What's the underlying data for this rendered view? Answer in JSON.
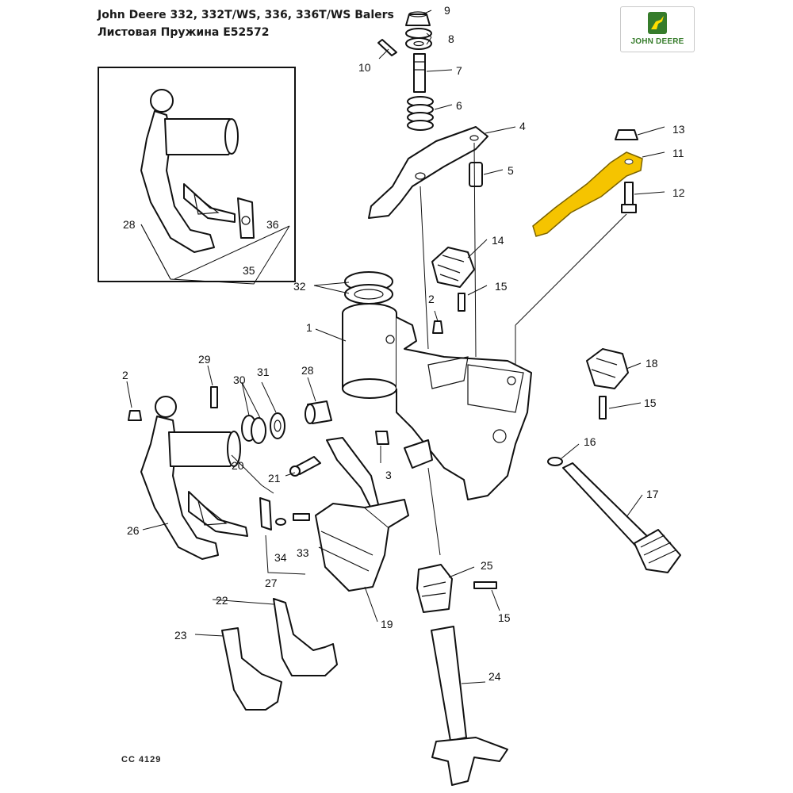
{
  "header": {
    "title_line1": "John Deere 332, 332T/WS, 336, 336T/WS Balers",
    "title_line2": "Листовая Пружина E52572"
  },
  "logo": {
    "text": "JOHN DEERE",
    "icon": "leaping-deer-icon",
    "color": "#367c2b",
    "accent": "#ffde00"
  },
  "footer": {
    "code": "CC  4129"
  },
  "highlight_color": "#f5c400",
  "callouts": {
    "c1": "1",
    "c2a": "2",
    "c2b": "2",
    "c3": "3",
    "c4": "4",
    "c5": "5",
    "c6": "6",
    "c7": "7",
    "c8": "8",
    "c9": "9",
    "c10": "10",
    "c11": "11",
    "c12": "12",
    "c13": "13",
    "c14": "14",
    "c15a": "15",
    "c15b": "15",
    "c15c": "15",
    "c16": "16",
    "c17": "17",
    "c18": "18",
    "c19": "19",
    "c20": "20",
    "c21": "21",
    "c22": "22",
    "c23": "23",
    "c24": "24",
    "c25": "25",
    "c26": "26",
    "c27": "27",
    "c28": "28",
    "c29": "29",
    "c30": "30",
    "c31": "31",
    "c32": "32",
    "c33": "33",
    "c34": "34",
    "c35": "35",
    "c36": "36"
  }
}
